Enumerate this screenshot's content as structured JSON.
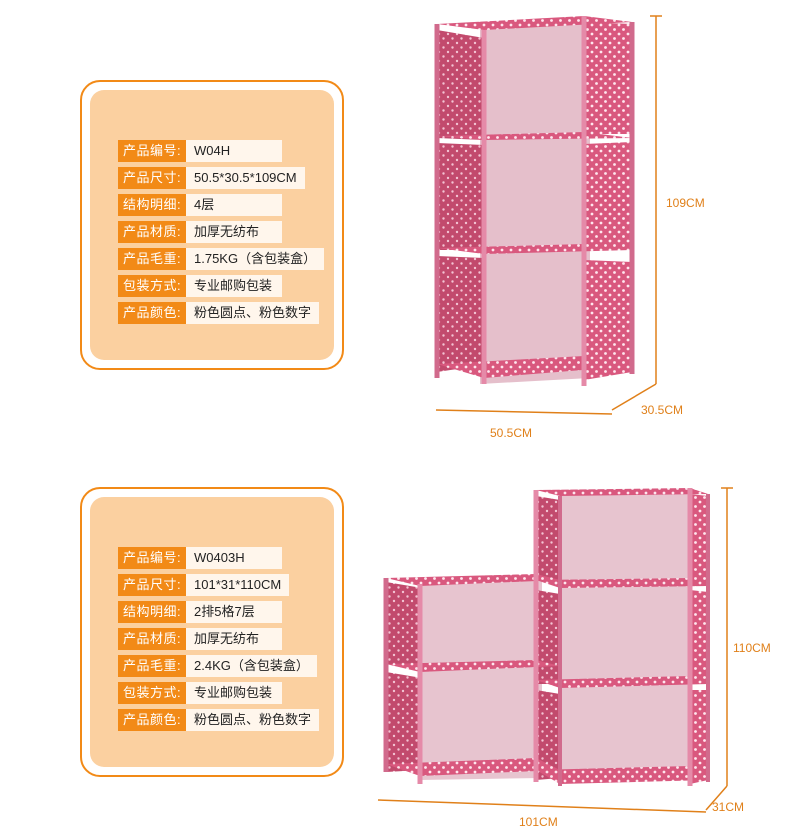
{
  "products": [
    {
      "specs": [
        {
          "label": "产品编号:",
          "value": "W04H"
        },
        {
          "label": "产品尺寸:",
          "value": "50.5*30.5*109CM"
        },
        {
          "label": "结构明细:",
          "value": "4层"
        },
        {
          "label": "产品材质:",
          "value": "加厚无纺布"
        },
        {
          "label": "产品毛重:",
          "value": "1.75KG（含包装盒）"
        },
        {
          "label": "包装方式:",
          "value": "专业邮购包装"
        },
        {
          "label": "产品颜色:",
          "value": "粉色圆点、粉色数字"
        }
      ],
      "dims": {
        "height": "109CM",
        "depth": "30.5CM",
        "width": "50.5CM"
      }
    },
    {
      "specs": [
        {
          "label": "产品编号:",
          "value": "W0403H"
        },
        {
          "label": "产品尺寸:",
          "value": "101*31*110CM"
        },
        {
          "label": "结构明细:",
          "value": "2排5格7层"
        },
        {
          "label": "产品材质:",
          "value": "加厚无纺布"
        },
        {
          "label": "产品毛重:",
          "value": "2.4KG（含包装盒）"
        },
        {
          "label": "包装方式:",
          "value": "专业邮购包装"
        },
        {
          "label": "产品颜色:",
          "value": "粉色圆点、粉色数字"
        }
      ],
      "dims": {
        "height": "110CM",
        "depth": "31CM",
        "width": "101CM"
      }
    }
  ],
  "colors": {
    "accent": "#f28a17",
    "card_bg": "#fbd0a0",
    "shelf_pink": "#d9587e",
    "dim_line": "#e0801a"
  }
}
